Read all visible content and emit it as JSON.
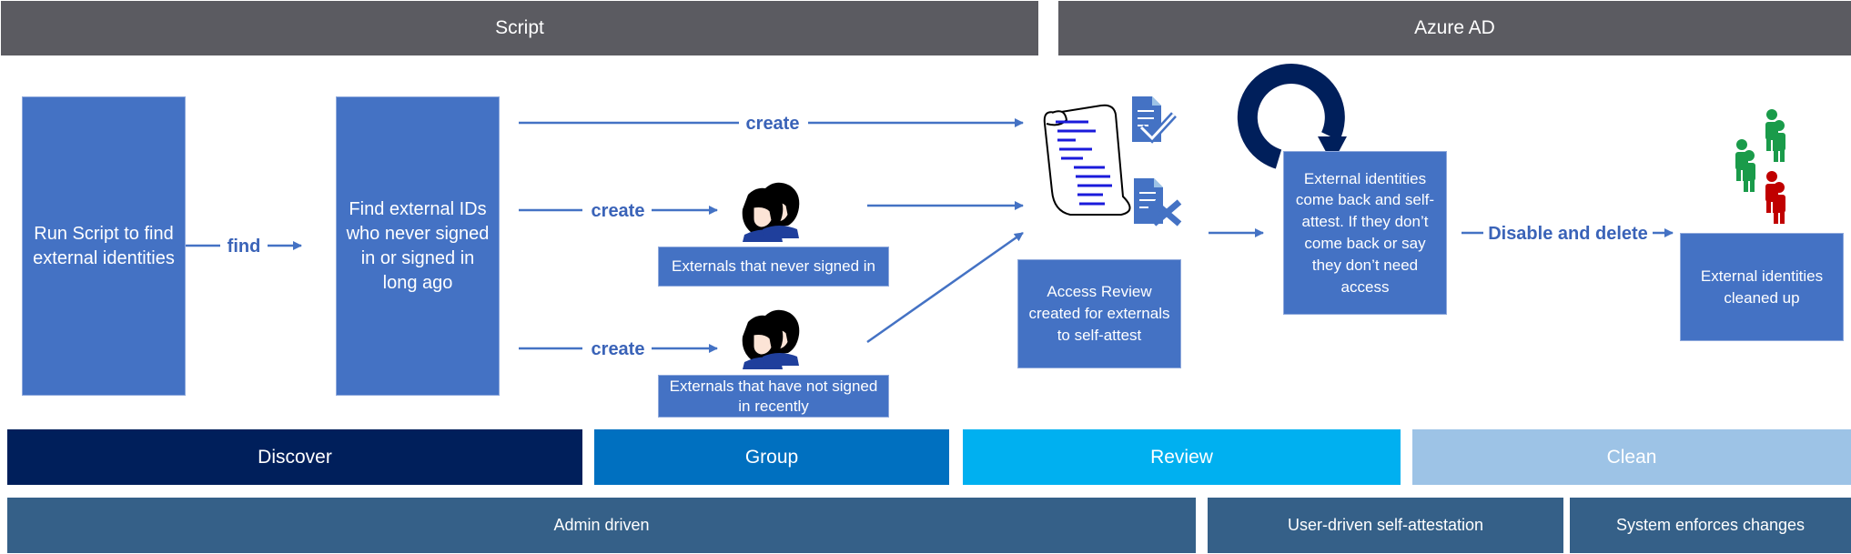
{
  "headers": {
    "script": "Script",
    "azure": "Azure AD"
  },
  "steps": {
    "run_script": "Run Script to find external identities",
    "find_ids": "Find external IDs who never signed in or signed in long ago",
    "never_signed_in": "Externals that never signed in",
    "not_signed_recently": "Externals that have not signed in recently",
    "access_review": "Access Review created for externals to self-attest",
    "self_attest": "External identities come back and self-attest. If they don’t come back or say they don’t need access",
    "cleaned_up": "External identities cleaned up"
  },
  "edge_labels": {
    "find": "find",
    "create_top": "create",
    "create_mid": "create",
    "create_bottom": "create",
    "disable_delete": "Disable and delete"
  },
  "phases": {
    "discover": "Discover",
    "group": "Group",
    "review": "Review",
    "clean": "Clean"
  },
  "footer": {
    "admin": "Admin driven",
    "user": "User-driven self-attestation",
    "system": "System enforces changes"
  },
  "colors": {
    "header_gray": "#5b5b61",
    "box_blue": "#4472c4",
    "discover": "#001f5b",
    "group": "#0070c0",
    "review": "#00b0f0",
    "clean": "#9dc3e6",
    "footer": "#356088",
    "arrow": "#4472c4"
  },
  "icons": [
    "document-scroll-icon",
    "approved-document-icon",
    "denied-document-icon",
    "refresh-cycle-icon",
    "users-group-icon",
    "people-group-icon"
  ]
}
